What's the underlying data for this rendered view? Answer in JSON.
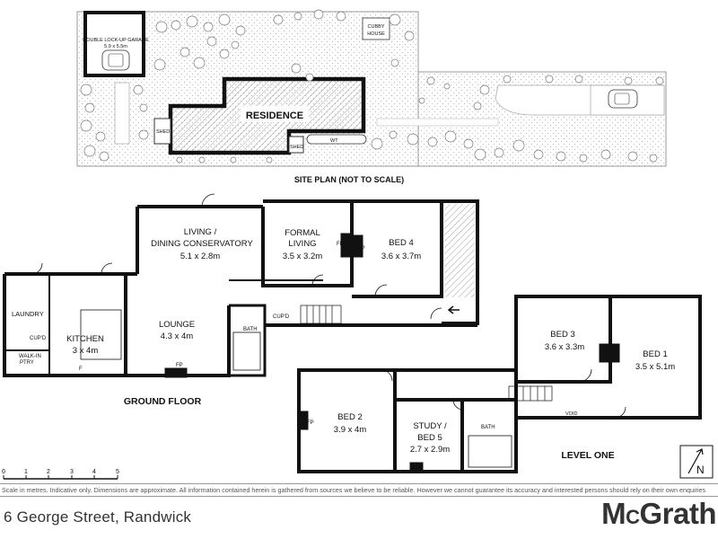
{
  "site_plan": {
    "title": "SITE PLAN (NOT TO SCALE)",
    "garage_label": "DOUBLE LOCK-UP GARAGE",
    "garage_size": "5.9 x 5.5m",
    "cubby_label_1": "CUBBY",
    "cubby_label_2": "HOUSE",
    "residence_label": "RESIDENCE",
    "shed_label_1": "SHED",
    "shed_label_2": "SHED",
    "wt_label": "WT"
  },
  "ground_floor": {
    "title": "GROUND FLOOR",
    "living_name_1": "LIVING /",
    "living_name_2": "DINING CONSERVATORY",
    "living_size": "5.1 x 2.8m",
    "formal_name_1": "FORMAL",
    "formal_name_2": "LIVING",
    "formal_size": "3.5 x 3.2m",
    "bed4_name": "BED 4",
    "bed4_size": "3.6 x 3.7m",
    "laundry": "LAUNDRY",
    "kitchen_name": "KITCHEN",
    "kitchen_size": "3 x 4m",
    "lounge_name": "LOUNGE",
    "lounge_size": "4.3 x 4m",
    "bath": "BATH",
    "cupd1": "CUP'D",
    "cupd2": "CUP'D",
    "walkin_1": "WALK-IN",
    "walkin_2": "PTRY",
    "fp1": "FP",
    "fp2": "FP",
    "fp3": "FP",
    "f": "F"
  },
  "level_one": {
    "title": "LEVEL ONE",
    "bed3_name": "BED 3",
    "bed3_size": "3.6 x 3.3m",
    "bed1_name": "BED 1",
    "bed1_size": "3.5 x 5.1m",
    "bed2_name": "BED 2",
    "bed2_size": "3.9 x 4m",
    "study_name_1": "STUDY /",
    "study_name_2": "BED 5",
    "study_size": "2.7 x 2.9m",
    "bath": "BATH",
    "void": "VOID",
    "fp": "FP"
  },
  "scale": {
    "ticks": [
      "0",
      "1",
      "2",
      "3",
      "4",
      "5"
    ]
  },
  "compass": {
    "letter": "N",
    "icon": "north-arrow-icon"
  },
  "footer": {
    "disclaimer": "Scale in metres. Indicative only. Dimensions are approximate. All information contained herein is gathered from sources we believe to be reliable. However we cannot guarantee its accuracy and interested persons should rely on their own enquiries",
    "address": "6 George Street, Randwick",
    "brand_m": "M",
    "brand_c": "C",
    "brand_rest": "Grath"
  },
  "colors": {
    "wall": "#111111",
    "ink": "#111111",
    "text_grey": "#555555",
    "hatch": "#888888"
  }
}
